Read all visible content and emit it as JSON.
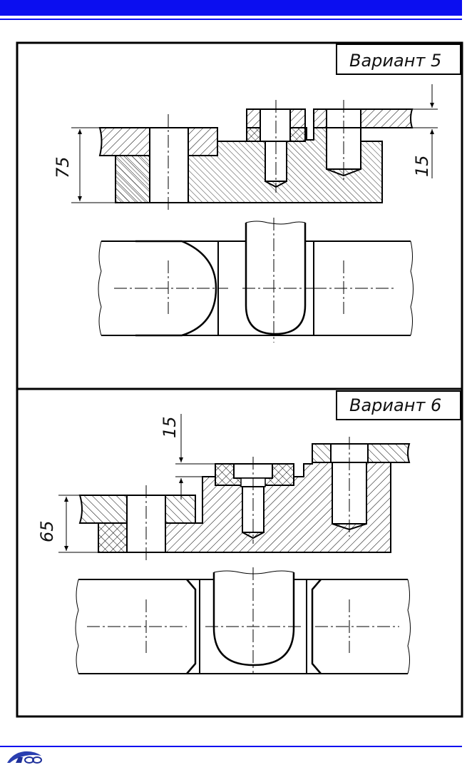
{
  "variant_5": {
    "label": "Вариант 5",
    "dim_height": "75",
    "dim_step": "15"
  },
  "variant_6": {
    "label": "Вариант 6",
    "dim_height": "65",
    "dim_step": "15"
  },
  "colors": {
    "header_bar": "#0b0ef0",
    "line": "#000000"
  },
  "logo_icon": "nio-logo-icon"
}
